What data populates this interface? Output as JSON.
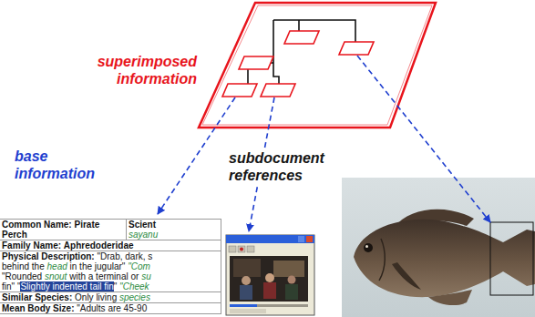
{
  "diagram": {
    "labels": [
      "superimposed information",
      "base information",
      "subdocument references",
      "Common Name:",
      "Pirate Perch",
      "Scient",
      "sayanu",
      "Family Name:",
      "Aphredoderidae",
      "Physical Description:",
      "\"Drab, dark, s",
      "behind the",
      "head",
      "in the jugular\"",
      "\"Com",
      "\"Rounded",
      "snout",
      "with a terminal or",
      "su",
      "fin\" \"",
      "Slightly indented tail fin",
      "\"",
      "\"Cheek",
      "Similar Species:",
      "Only living",
      "species",
      "Mean Body Size:",
      "\"Adults are 45-90"
    ]
  }
}
